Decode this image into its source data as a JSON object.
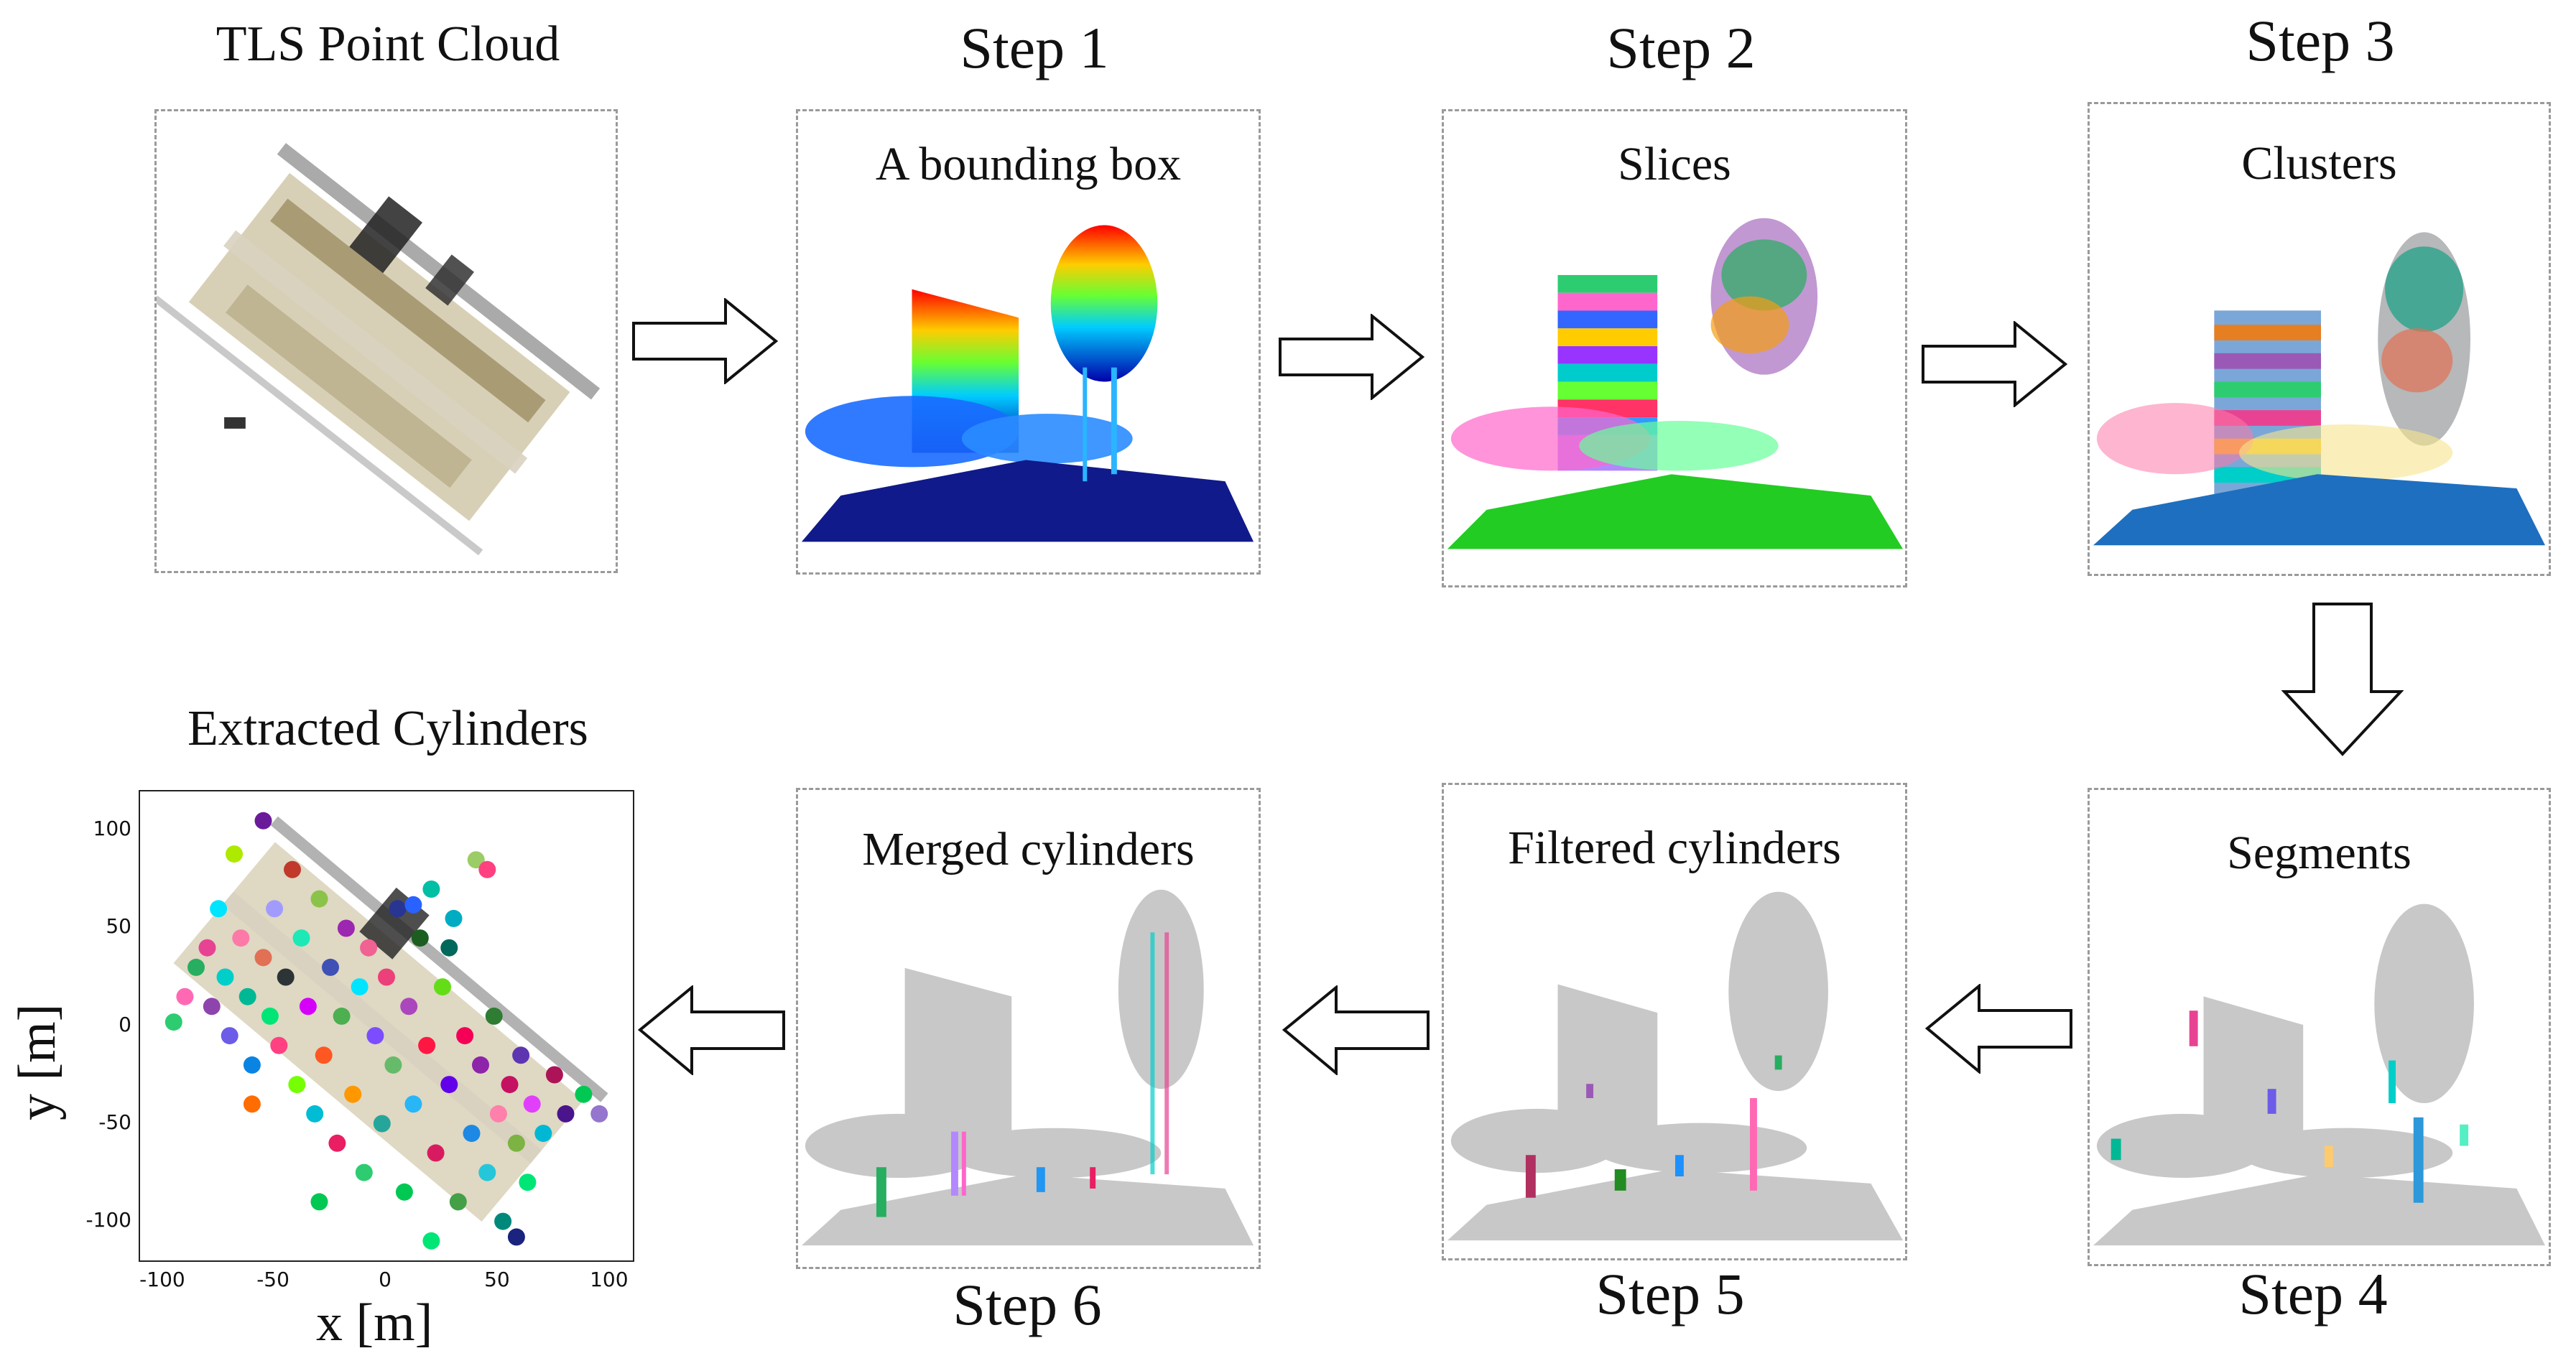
{
  "steps": {
    "tls_title": "TLS Point Cloud",
    "step1": "Step 1",
    "step2": "Step 2",
    "step3": "Step 3",
    "step4": "Step 4",
    "step5": "Step 5",
    "step6": "Step 6",
    "extracted_title": "Extracted Cylinders"
  },
  "panels": {
    "p1": "A bounding box",
    "p2": "Slices",
    "p3": "Clusters",
    "p4": "Segments",
    "p5": "Filtered cylinders",
    "p6": "Merged cylinders"
  },
  "chart_data": {
    "type": "scatter",
    "xlabel": "x [m]",
    "ylabel": "y [m]",
    "xlim": [
      -110,
      110
    ],
    "ylim": [
      -120,
      120
    ],
    "x_ticks": [
      -100,
      -50,
      0,
      50,
      100
    ],
    "y_ticks": [
      100,
      50,
      0,
      -50,
      -100
    ],
    "points": [
      {
        "x": -95,
        "y": 2,
        "c": "#2ecc71"
      },
      {
        "x": -90,
        "y": 15,
        "c": "#ff69b4"
      },
      {
        "x": -85,
        "y": 30,
        "c": "#27ae60"
      },
      {
        "x": -80,
        "y": 40,
        "c": "#e84393"
      },
      {
        "x": -78,
        "y": 10,
        "c": "#8e44ad"
      },
      {
        "x": -72,
        "y": 25,
        "c": "#00cec9"
      },
      {
        "x": -70,
        "y": -5,
        "c": "#6c5ce7"
      },
      {
        "x": -65,
        "y": 45,
        "c": "#fd79a8"
      },
      {
        "x": -62,
        "y": 15,
        "c": "#00b894"
      },
      {
        "x": -60,
        "y": -20,
        "c": "#0984e3"
      },
      {
        "x": -55,
        "y": 35,
        "c": "#e17055"
      },
      {
        "x": -52,
        "y": 5,
        "c": "#00e676"
      },
      {
        "x": -50,
        "y": 60,
        "c": "#a29bfe"
      },
      {
        "x": -48,
        "y": -10,
        "c": "#ff4081"
      },
      {
        "x": -45,
        "y": 25,
        "c": "#2d3436"
      },
      {
        "x": -42,
        "y": 80,
        "c": "#c0392b"
      },
      {
        "x": -40,
        "y": -30,
        "c": "#76ff03"
      },
      {
        "x": -38,
        "y": 45,
        "c": "#1de9b6"
      },
      {
        "x": -35,
        "y": 10,
        "c": "#d500f9"
      },
      {
        "x": -32,
        "y": -45,
        "c": "#00bcd4"
      },
      {
        "x": -30,
        "y": 65,
        "c": "#8bc34a"
      },
      {
        "x": -28,
        "y": -15,
        "c": "#ff5722"
      },
      {
        "x": -25,
        "y": 30,
        "c": "#3f51b5"
      },
      {
        "x": -22,
        "y": -60,
        "c": "#e91e63"
      },
      {
        "x": -20,
        "y": 5,
        "c": "#4caf50"
      },
      {
        "x": -18,
        "y": 50,
        "c": "#9c27b0"
      },
      {
        "x": -15,
        "y": -35,
        "c": "#ff9800"
      },
      {
        "x": -12,
        "y": 20,
        "c": "#00e5ff"
      },
      {
        "x": -10,
        "y": -75,
        "c": "#2ecc71"
      },
      {
        "x": -8,
        "y": 40,
        "c": "#f06292"
      },
      {
        "x": -5,
        "y": -5,
        "c": "#7c4dff"
      },
      {
        "x": -2,
        "y": -50,
        "c": "#26a69a"
      },
      {
        "x": 0,
        "y": 25,
        "c": "#ec407a"
      },
      {
        "x": 3,
        "y": -20,
        "c": "#66bb6a"
      },
      {
        "x": 5,
        "y": 60,
        "c": "#283593"
      },
      {
        "x": 8,
        "y": -85,
        "c": "#00c853"
      },
      {
        "x": 10,
        "y": 10,
        "c": "#ab47bc"
      },
      {
        "x": 12,
        "y": -40,
        "c": "#29b6f6"
      },
      {
        "x": 15,
        "y": 45,
        "c": "#1b5e20"
      },
      {
        "x": 18,
        "y": -10,
        "c": "#ff1744"
      },
      {
        "x": 20,
        "y": 70,
        "c": "#00bfa5"
      },
      {
        "x": 22,
        "y": -65,
        "c": "#d81b60"
      },
      {
        "x": 25,
        "y": 20,
        "c": "#64dd17"
      },
      {
        "x": 28,
        "y": -30,
        "c": "#6200ea"
      },
      {
        "x": 30,
        "y": 55,
        "c": "#00acc1"
      },
      {
        "x": 32,
        "y": -90,
        "c": "#43a047"
      },
      {
        "x": 35,
        "y": -5,
        "c": "#f50057"
      },
      {
        "x": 38,
        "y": -55,
        "c": "#1e88e5"
      },
      {
        "x": 40,
        "y": 85,
        "c": "#9ccc65"
      },
      {
        "x": 42,
        "y": -20,
        "c": "#8e24aa"
      },
      {
        "x": 45,
        "y": -75,
        "c": "#26c6da"
      },
      {
        "x": 48,
        "y": 5,
        "c": "#2e7d32"
      },
      {
        "x": 50,
        "y": -45,
        "c": "#ff80ab"
      },
      {
        "x": 52,
        "y": -100,
        "c": "#00897b"
      },
      {
        "x": 55,
        "y": -30,
        "c": "#c51162"
      },
      {
        "x": 58,
        "y": -60,
        "c": "#7cb342"
      },
      {
        "x": 60,
        "y": -15,
        "c": "#5e35b1"
      },
      {
        "x": 63,
        "y": -80,
        "c": "#00e676"
      },
      {
        "x": 65,
        "y": -40,
        "c": "#e040fb"
      },
      {
        "x": 70,
        "y": -55,
        "c": "#00b8d4"
      },
      {
        "x": 75,
        "y": -25,
        "c": "#ad1457"
      },
      {
        "x": 80,
        "y": -45,
        "c": "#4a148c"
      },
      {
        "x": 88,
        "y": -35,
        "c": "#00c853"
      },
      {
        "x": 95,
        "y": -45,
        "c": "#9575cd"
      },
      {
        "x": -55,
        "y": 105,
        "c": "#6a1b9a"
      },
      {
        "x": -68,
        "y": 88,
        "c": "#aeea00"
      },
      {
        "x": -75,
        "y": 60,
        "c": "#00e5ff"
      },
      {
        "x": 45,
        "y": 80,
        "c": "#ff4081"
      },
      {
        "x": 28,
        "y": 40,
        "c": "#00695c"
      },
      {
        "x": 12,
        "y": 62,
        "c": "#2962ff"
      },
      {
        "x": -60,
        "y": -40,
        "c": "#ff6d00"
      },
      {
        "x": -30,
        "y": -90,
        "c": "#00c853"
      },
      {
        "x": 58,
        "y": -108,
        "c": "#1a237e"
      },
      {
        "x": 20,
        "y": -110,
        "c": "#00e676"
      }
    ]
  }
}
